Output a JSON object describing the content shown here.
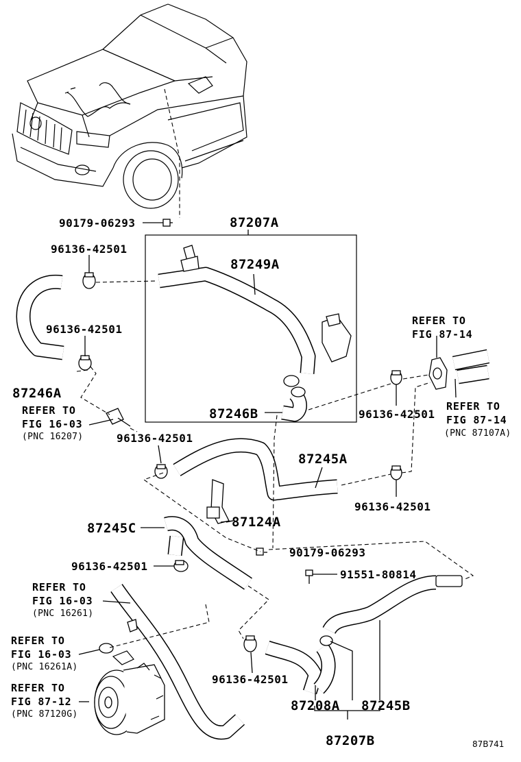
{
  "diagram_code": "87B741",
  "labels": {
    "p_87207A": "87207A",
    "p_87249A": "87249A",
    "p_87246A": "87246A",
    "p_87246B": "87246B",
    "p_87245A": "87245A",
    "p_87124A": "87124A",
    "p_87245C": "87245C",
    "p_87208A": "87208A",
    "p_87245B": "87245B",
    "p_87207B": "87207B",
    "bolt_top": "90179-06293",
    "bolt_mid": "90179-06293",
    "bolt_flange": "91551-80814",
    "clamp_1": "96136-42501",
    "clamp_2": "96136-42501",
    "clamp_3": "96136-42501",
    "clamp_4": "96136-42501",
    "clamp_5": "96136-42501",
    "clamp_6": "96136-42501",
    "clamp_7": "96136-42501"
  },
  "references": {
    "ref_8714_top": {
      "line1": "REFER TO",
      "line2": "FIG 87-14"
    },
    "ref_8714_right": {
      "line1": "REFER TO",
      "line2": "FIG 87-14",
      "pnc": "(PNC 87107A)"
    },
    "ref_1603_a": {
      "line1": "REFER TO",
      "line2": "FIG 16-03",
      "pnc": "(PNC 16207)"
    },
    "ref_1603_b": {
      "line1": "REFER TO",
      "line2": "FIG 16-03",
      "pnc": "(PNC 16261)"
    },
    "ref_1603_c": {
      "line1": "REFER TO",
      "line2": "FIG 16-03",
      "pnc": "(PNC 16261A)"
    },
    "ref_8712": {
      "line1": "REFER TO",
      "line2": "FIG 87-12",
      "pnc": "(PNC 87120G)"
    }
  }
}
